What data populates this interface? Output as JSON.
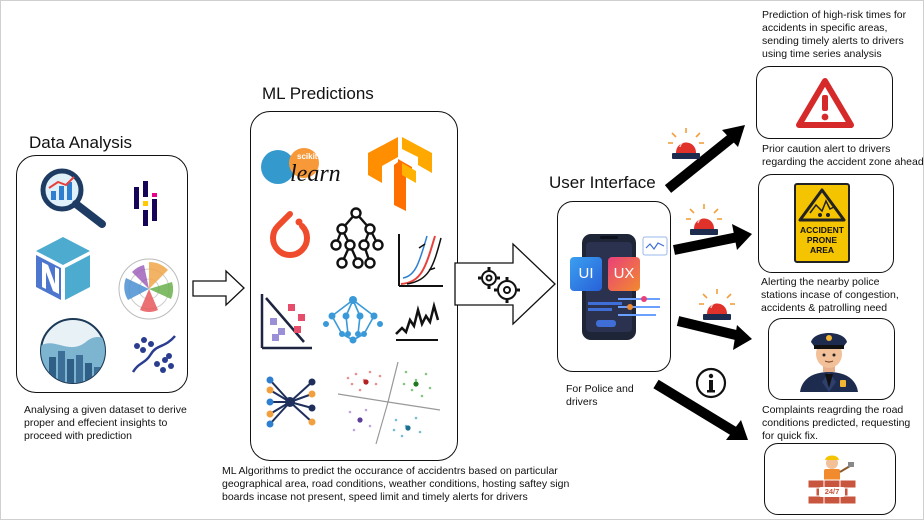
{
  "sections": {
    "data_analysis": {
      "title": "Data Analysis",
      "caption": [
        "Analysing a given dataset to derive",
        "proper and effecient insights to",
        "proceed with prediction"
      ]
    },
    "ml_predictions": {
      "title": "ML Predictions",
      "caption": [
        "ML Algorithms to predict the occurance of accidentrs based on  particular",
        "geographical area, road conditions, weather conditions, hosting saftey sign",
        "boards incase not present, speed limit and timely alerts  for drivers"
      ],
      "sklearn_label": "learn",
      "sklearn_small": "scikit"
    },
    "user_interface": {
      "title": "User Interface",
      "caption": [
        "For Police and",
        "drivers"
      ],
      "ui_label": "UI",
      "ux_label": "UX"
    }
  },
  "outputs": [
    {
      "caption": [
        "Prediction of high-risk times for",
        "accidents in specific areas,",
        "sending timely alerts to drivers",
        "using time series analysis"
      ],
      "icon": "warning-triangle-icon"
    },
    {
      "caption": [
        "Prior caution alert to drivers",
        "regarding the accident zone ahead"
      ],
      "icon": "accident-prone-sign-icon",
      "sign_text": [
        "ACCIDENT",
        "PRONE",
        "AREA"
      ]
    },
    {
      "caption": [
        "Alerting the nearby police",
        "stations incase of congestion,",
        "accidents & patrolling need"
      ],
      "icon": "police-officer-icon"
    },
    {
      "caption": [
        "Complaints reagrding the road",
        "conditions predicted, requesting",
        "for quick fix."
      ],
      "icon": "road-repair-worker-icon",
      "badge_text": "24/7"
    }
  ],
  "colors": {
    "warning_red": "#d62a2a",
    "sign_yellow": "#f5c400",
    "siren_red": "#e0312a",
    "police_navy": "#1d2b4f",
    "ui_pink": "#e9407a",
    "ux_orange": "#f28a2e",
    "phone_dark": "#1e2537"
  }
}
